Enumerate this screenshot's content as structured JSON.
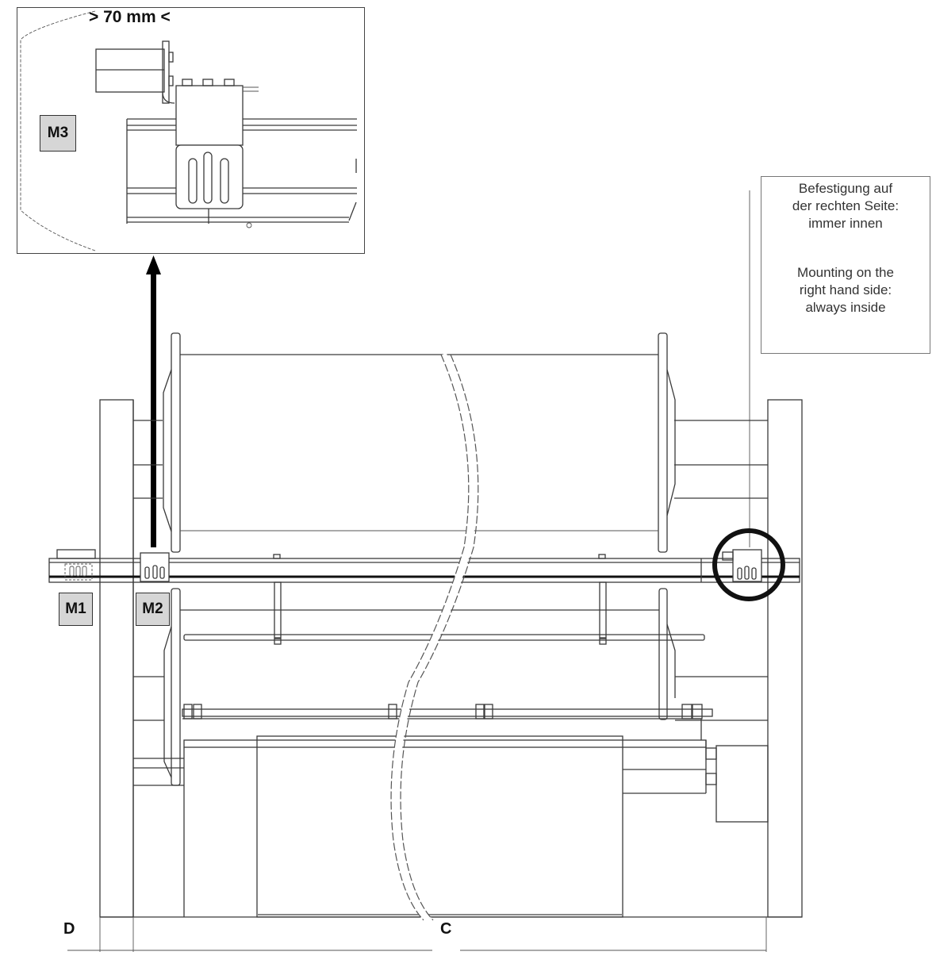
{
  "detail_view": {
    "label": "M3",
    "dimension": "> 70 mm <"
  },
  "mount_labels": {
    "m1": "M1",
    "m2": "M2"
  },
  "note": {
    "german_line1": "Befestigung auf",
    "german_line2": "der rechten Seite:",
    "german_line3": "immer innen",
    "english_line1": "Mounting on the",
    "english_line2": "right hand side:",
    "english_line3": "always inside"
  },
  "dimensions": {
    "left": "D",
    "center": "C"
  },
  "colors": {
    "line": "#3a3a3a",
    "label_fill": "#d6d6d6",
    "highlight_circle": "#111111"
  }
}
